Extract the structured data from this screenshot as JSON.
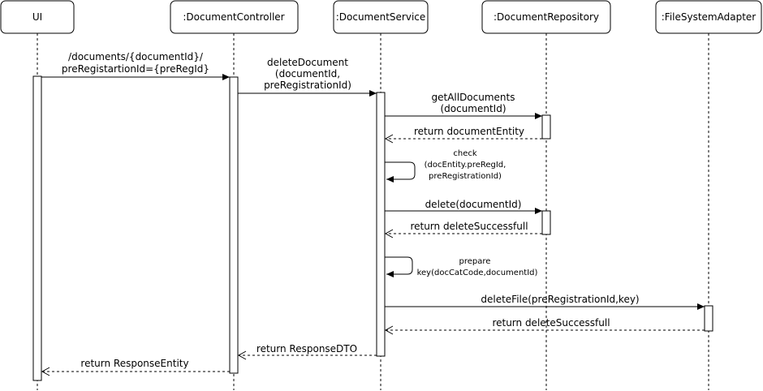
{
  "participants": [
    {
      "id": "ui",
      "label": "UI"
    },
    {
      "id": "controller",
      "label": ":DocumentController"
    },
    {
      "id": "service",
      "label": ":DocumentService"
    },
    {
      "id": "repository",
      "label": ":DocumentRepository"
    },
    {
      "id": "fsadapter",
      "label": ":FileSystemAdapter"
    }
  ],
  "messages": [
    {
      "id": "m1",
      "kind": "call",
      "from": "ui",
      "to": "controller",
      "lines": [
        "/documents/{documentId}/",
        "preRegistartionId={preRegId}"
      ]
    },
    {
      "id": "m2",
      "kind": "call",
      "from": "controller",
      "to": "service",
      "lines": [
        "deleteDocument",
        "(documentId,",
        "preRegistrationId)"
      ]
    },
    {
      "id": "m3",
      "kind": "call",
      "from": "service",
      "to": "repository",
      "lines": [
        "getAllDocuments",
        "(documentId)"
      ]
    },
    {
      "id": "m4",
      "kind": "return",
      "from": "repository",
      "to": "service",
      "lines": [
        "return documentEntity"
      ]
    },
    {
      "id": "m5",
      "kind": "self",
      "from": "service",
      "to": "service",
      "lines": [
        "check",
        "(docEntity.preRegId,",
        "preRegistrationId)"
      ]
    },
    {
      "id": "m6",
      "kind": "call",
      "from": "service",
      "to": "repository",
      "lines": [
        "delete(documentId)"
      ]
    },
    {
      "id": "m7",
      "kind": "return",
      "from": "repository",
      "to": "service",
      "lines": [
        "return deleteSuccessfull"
      ]
    },
    {
      "id": "m8",
      "kind": "self",
      "from": "service",
      "to": "service",
      "lines": [
        "prepare",
        "key(docCatCode,documentId)"
      ]
    },
    {
      "id": "m9",
      "kind": "call",
      "from": "service",
      "to": "fsadapter",
      "lines": [
        "deleteFile(preRegistrationId,key)"
      ]
    },
    {
      "id": "m10",
      "kind": "return",
      "from": "fsadapter",
      "to": "service",
      "lines": [
        "return deleteSuccessfull"
      ]
    },
    {
      "id": "m11",
      "kind": "return",
      "from": "service",
      "to": "controller",
      "lines": [
        "return ResponseDTO"
      ]
    },
    {
      "id": "m12",
      "kind": "return",
      "from": "controller",
      "to": "ui",
      "lines": [
        "return ResponseEntity"
      ]
    }
  ]
}
